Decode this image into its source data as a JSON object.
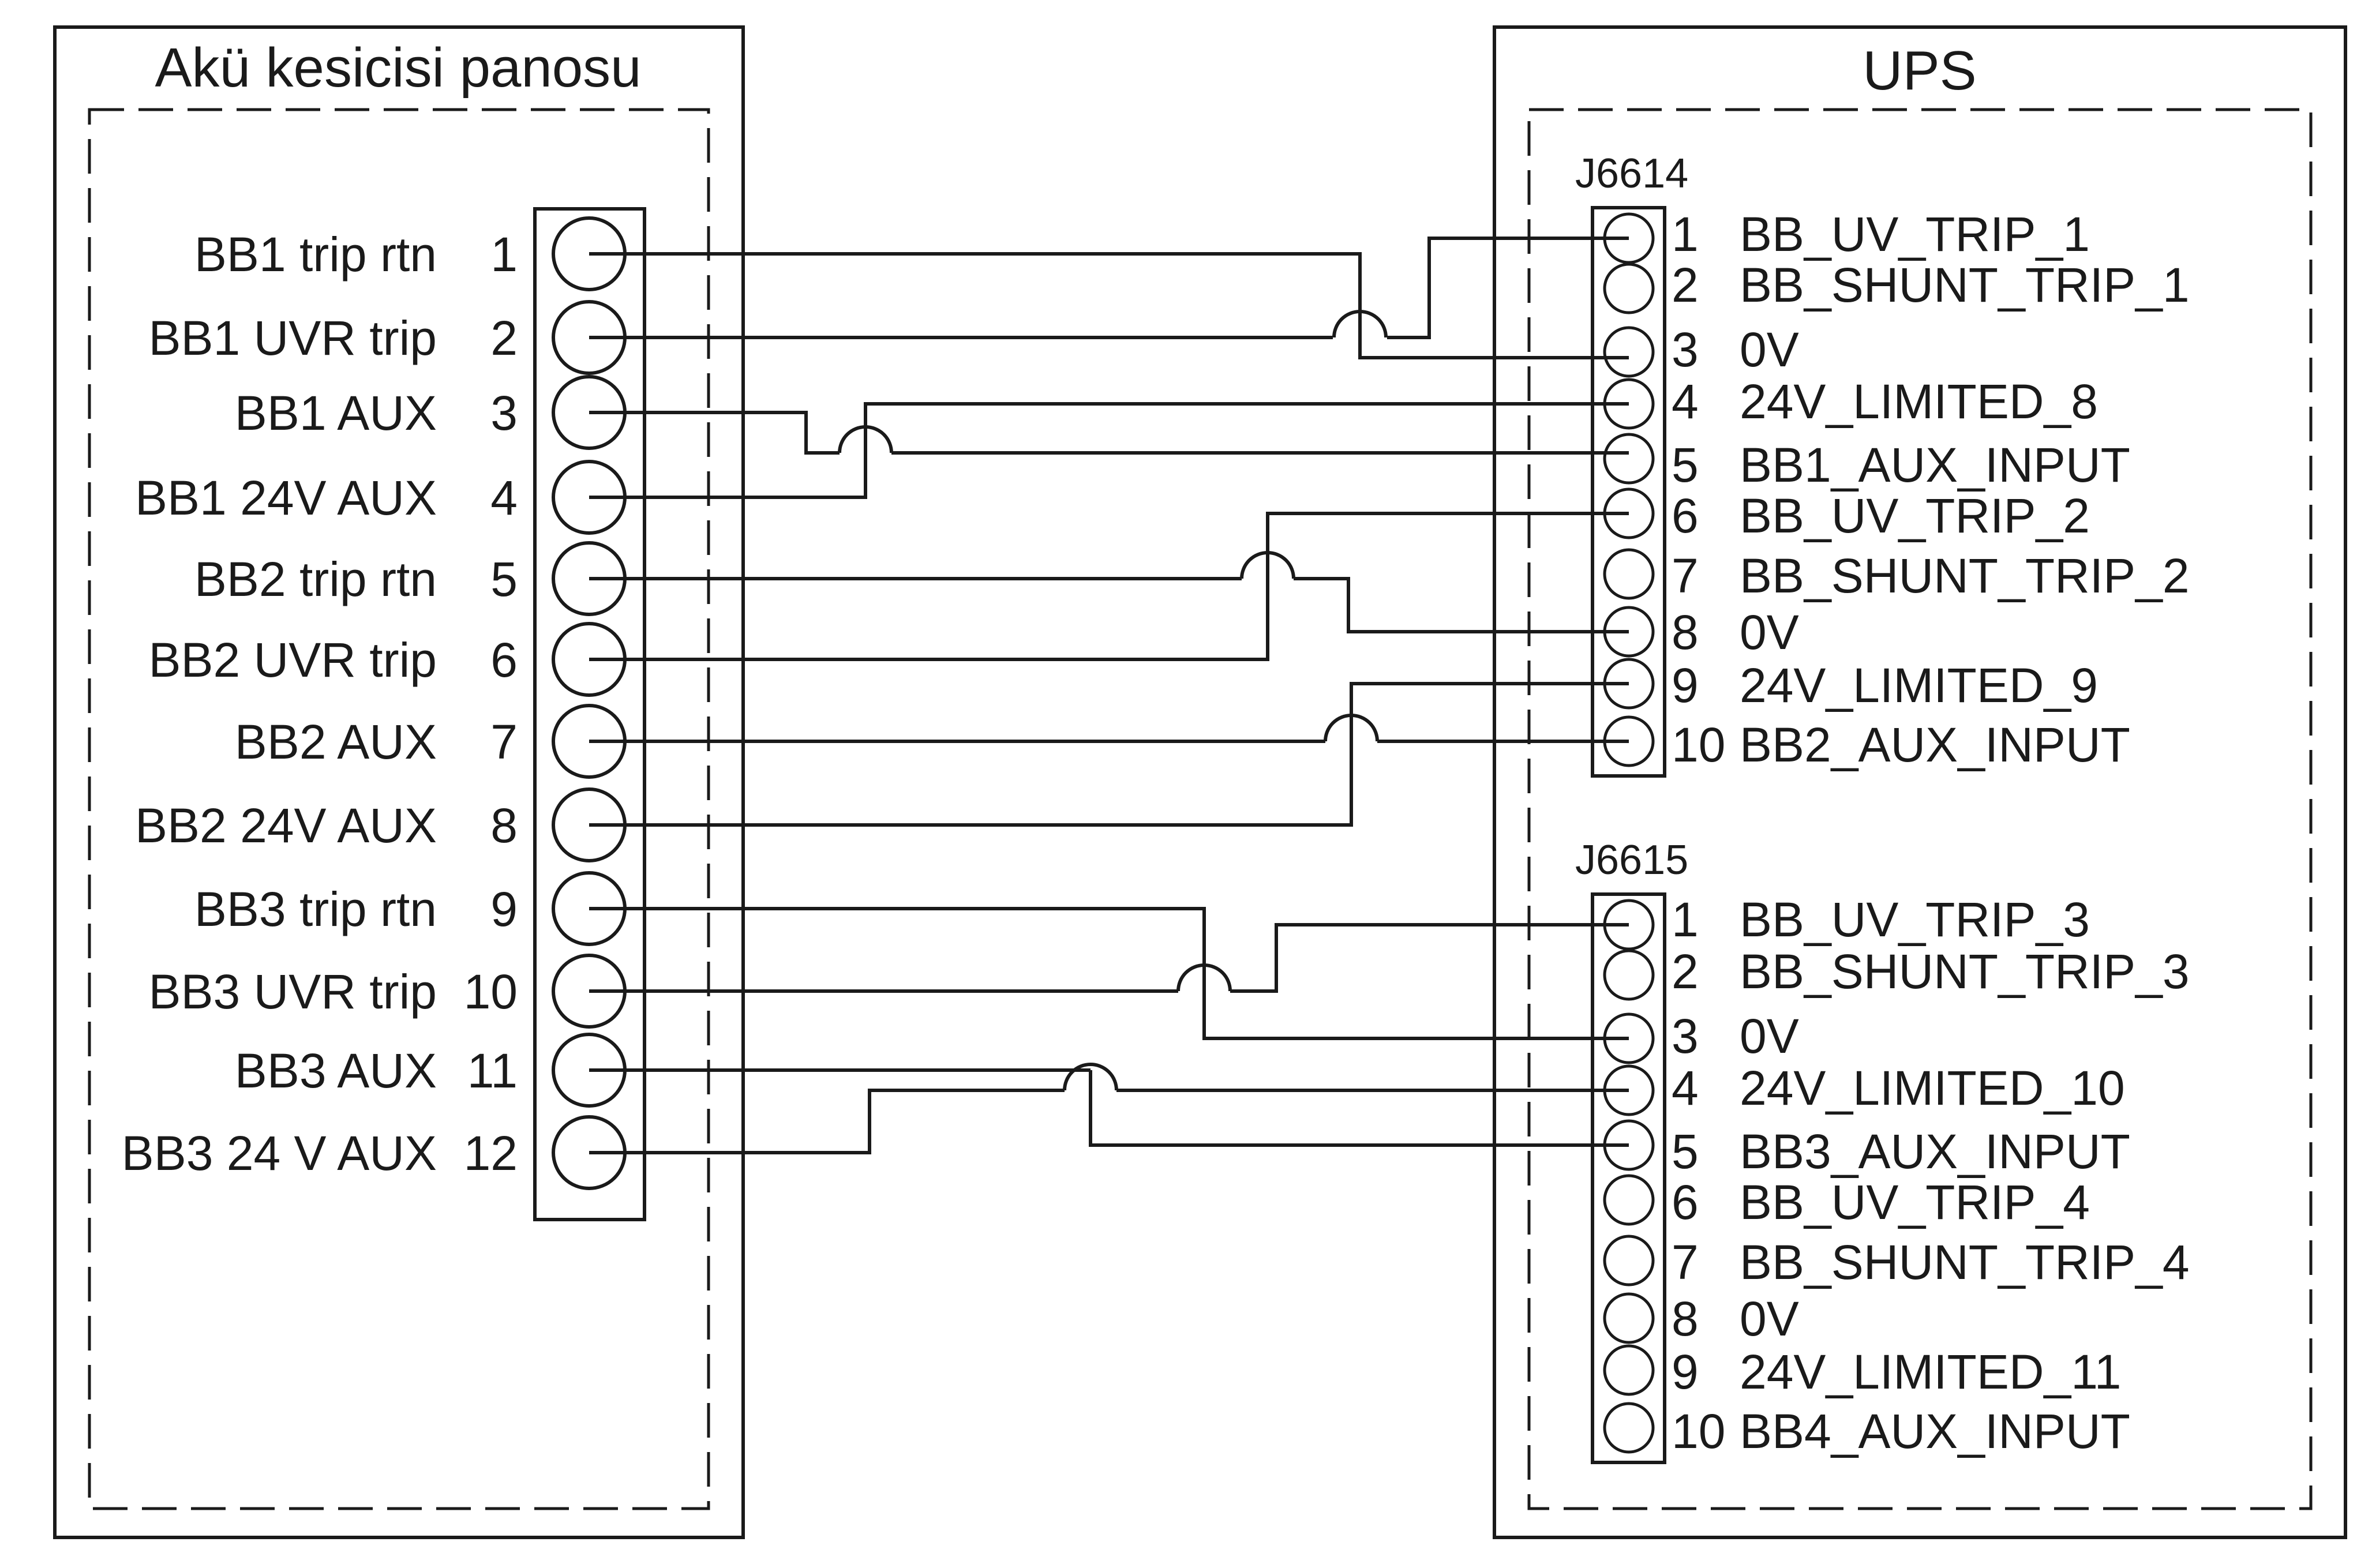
{
  "left_panel": {
    "title": "Akü kesicisi panosu",
    "terminals": [
      {
        "num": "1",
        "label": "BB1 trip rtn"
      },
      {
        "num": "2",
        "label": "BB1 UVR trip"
      },
      {
        "num": "3",
        "label": "BB1 AUX"
      },
      {
        "num": "4",
        "label": "BB1 24V AUX"
      },
      {
        "num": "5",
        "label": "BB2 trip rtn"
      },
      {
        "num": "6",
        "label": "BB2 UVR trip"
      },
      {
        "num": "7",
        "label": "BB2 AUX"
      },
      {
        "num": "8",
        "label": "BB2 24V AUX"
      },
      {
        "num": "9",
        "label": "BB3 trip rtn"
      },
      {
        "num": "10",
        "label": "BB3 UVR trip"
      },
      {
        "num": "11",
        "label": "BB3 AUX"
      },
      {
        "num": "12",
        "label": "BB3 24 V AUX"
      }
    ]
  },
  "right_panel": {
    "title": "UPS",
    "connectors": [
      {
        "name": "J6614",
        "pins": [
          {
            "num": "1",
            "label": "BB_UV_TRIP_1"
          },
          {
            "num": "2",
            "label": "BB_SHUNT_TRIP_1"
          },
          {
            "num": "3",
            "label": "0V"
          },
          {
            "num": "4",
            "label": "24V_LIMITED_8"
          },
          {
            "num": "5",
            "label": "BB1_AUX_INPUT"
          },
          {
            "num": "6",
            "label": "BB_UV_TRIP_2"
          },
          {
            "num": "7",
            "label": "BB_SHUNT_TRIP_2"
          },
          {
            "num": "8",
            "label": "0V"
          },
          {
            "num": "9",
            "label": "24V_LIMITED_9"
          },
          {
            "num": "10",
            "label": "BB2_AUX_INPUT"
          }
        ]
      },
      {
        "name": "J6615",
        "pins": [
          {
            "num": "1",
            "label": "BB_UV_TRIP_3"
          },
          {
            "num": "2",
            "label": "BB_SHUNT_TRIP_3"
          },
          {
            "num": "3",
            "label": "0V"
          },
          {
            "num": "4",
            "label": "24V_LIMITED_10"
          },
          {
            "num": "5",
            "label": "BB3_AUX_INPUT"
          },
          {
            "num": "6",
            "label": "BB_UV_TRIP_4"
          },
          {
            "num": "7",
            "label": "BB_SHUNT_TRIP_4"
          },
          {
            "num": "8",
            "label": "0V"
          },
          {
            "num": "9",
            "label": "24V_LIMITED_11"
          },
          {
            "num": "10",
            "label": "BB4_AUX_INPUT"
          }
        ]
      }
    ]
  },
  "wiring": [
    {
      "from": "1",
      "to": "J6614-3"
    },
    {
      "from": "2",
      "to": "J6614-1"
    },
    {
      "from": "3",
      "to": "J6614-5"
    },
    {
      "from": "4",
      "to": "J6614-4"
    },
    {
      "from": "5",
      "to": "J6614-8"
    },
    {
      "from": "6",
      "to": "J6614-6"
    },
    {
      "from": "7",
      "to": "J6614-10"
    },
    {
      "from": "8",
      "to": "J6614-9"
    },
    {
      "from": "9",
      "to": "J6615-3"
    },
    {
      "from": "10",
      "to": "J6615-1"
    },
    {
      "from": "11",
      "to": "J6615-5"
    },
    {
      "from": "12",
      "to": "J6615-4"
    }
  ],
  "colors": {
    "line": "#1a1a1a",
    "background": "#ffffff"
  }
}
